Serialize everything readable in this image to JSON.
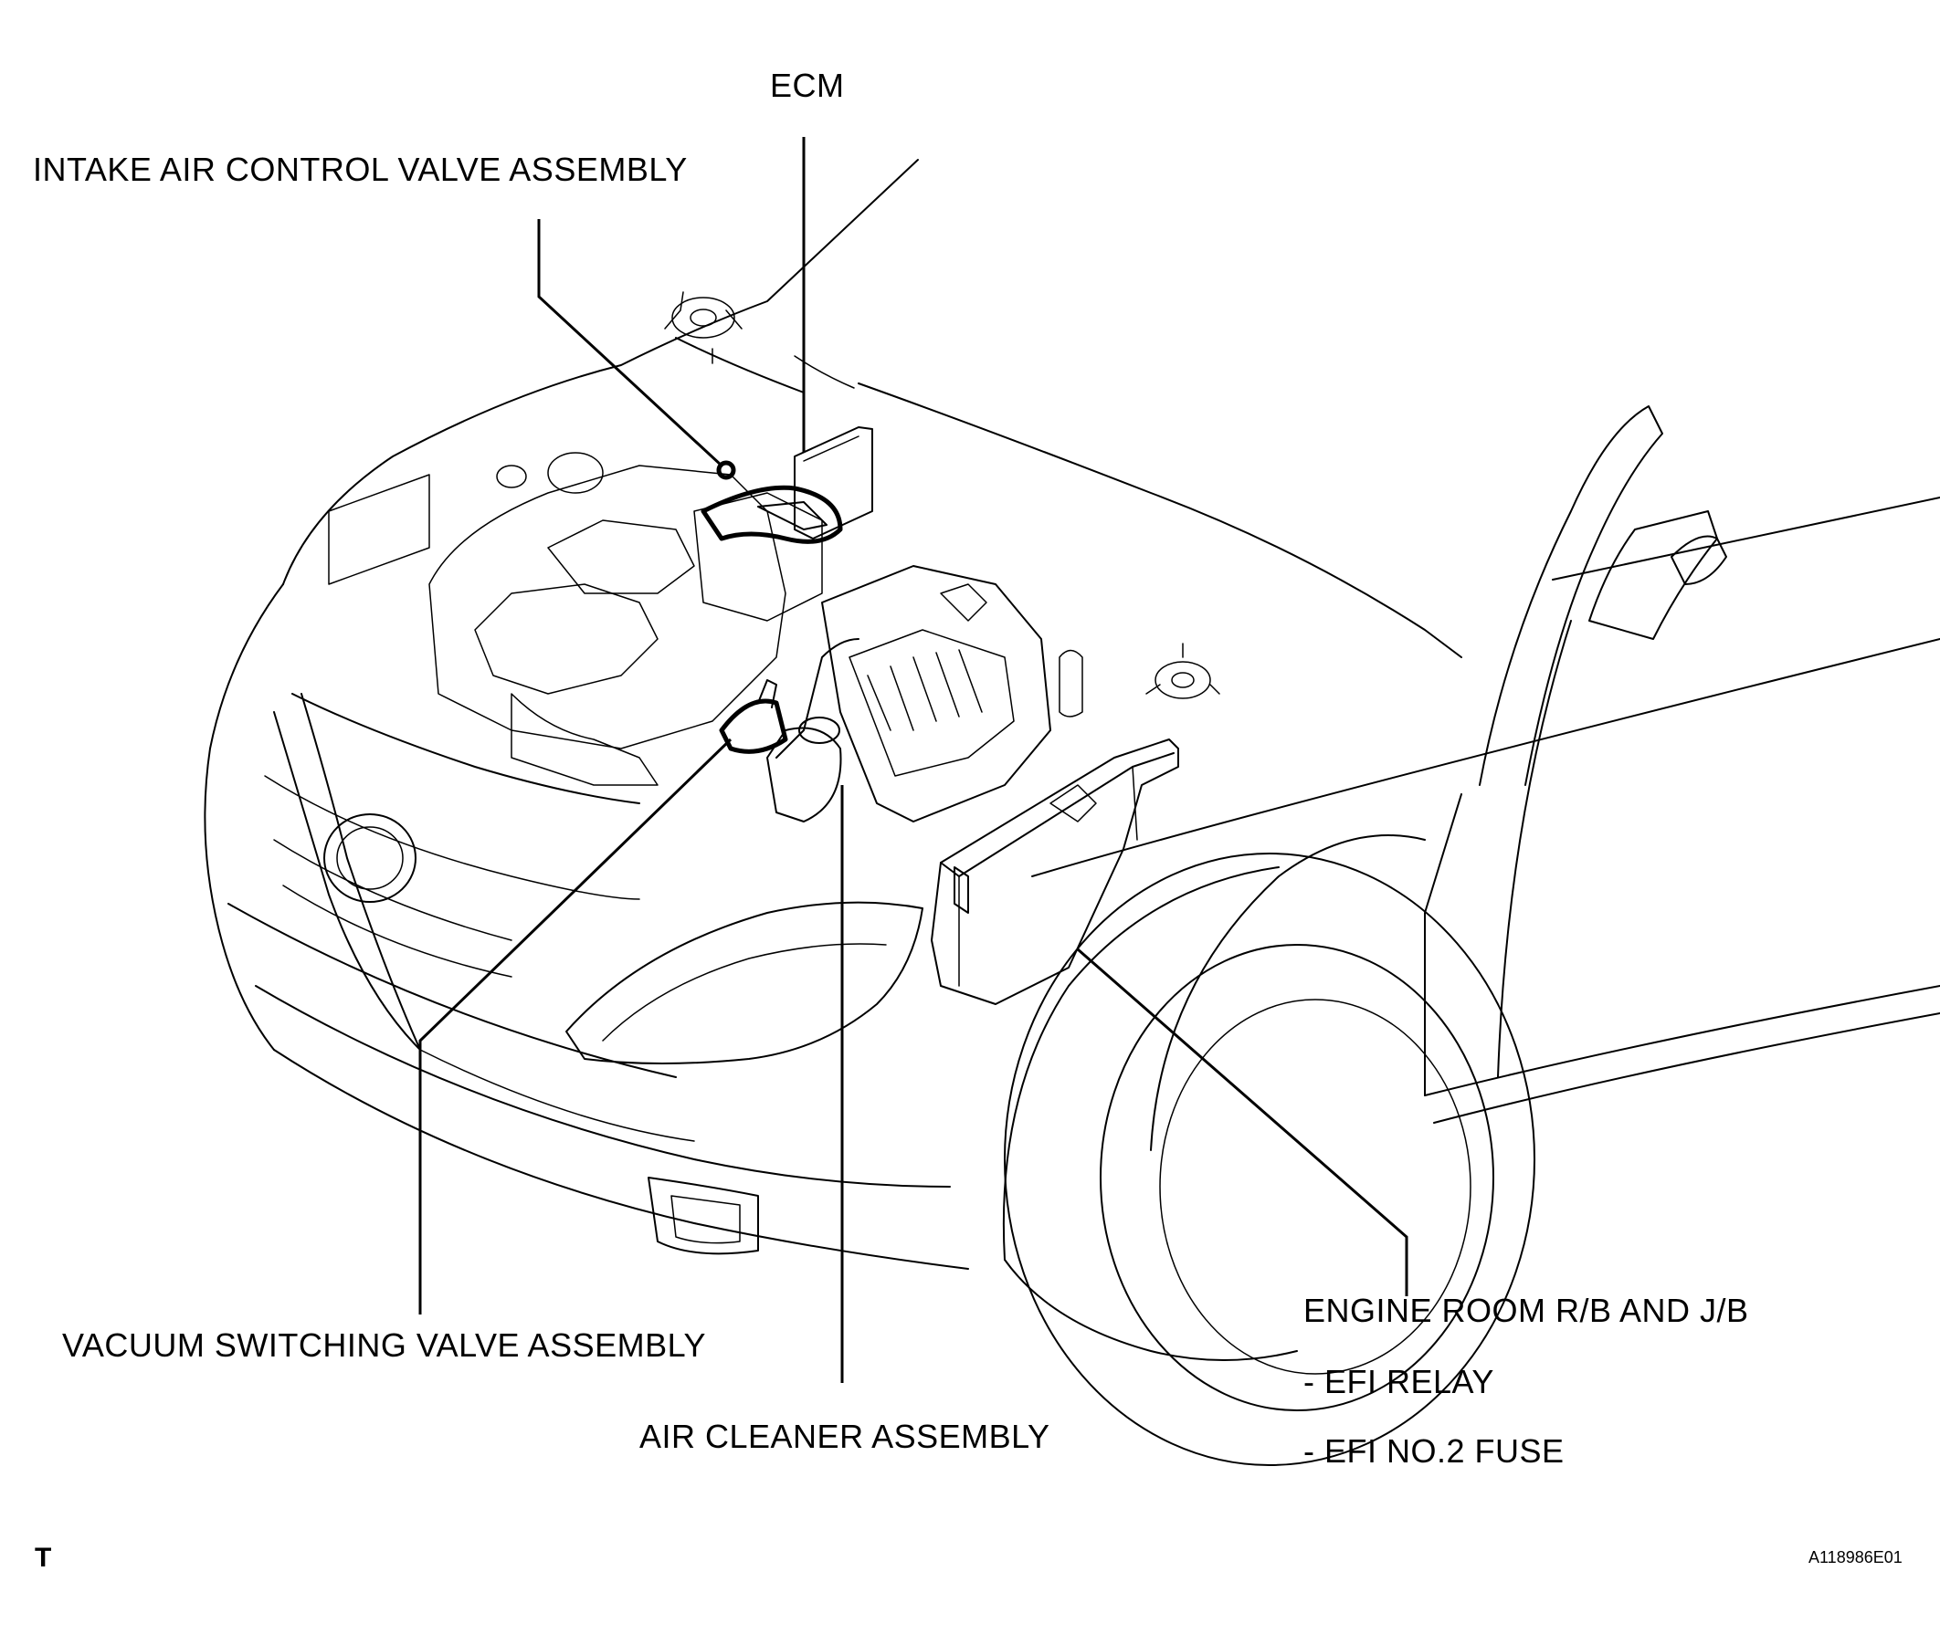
{
  "labels": {
    "ecm": "ECM",
    "intake_air_control_valve": "INTAKE AIR CONTROL VALVE ASSEMBLY",
    "vacuum_switching_valve": "VACUUM SWITCHING VALVE ASSEMBLY",
    "air_cleaner": "AIR CLEANER ASSEMBLY",
    "engine_room_rb_jb": "ENGINE ROOM R/B AND J/B",
    "efi_relay": "- EFI RELAY",
    "efi_no2_fuse": "- EFI NO.2 FUSE"
  },
  "footer": {
    "corner_mark": "T",
    "figure_code": "A118986E01"
  }
}
